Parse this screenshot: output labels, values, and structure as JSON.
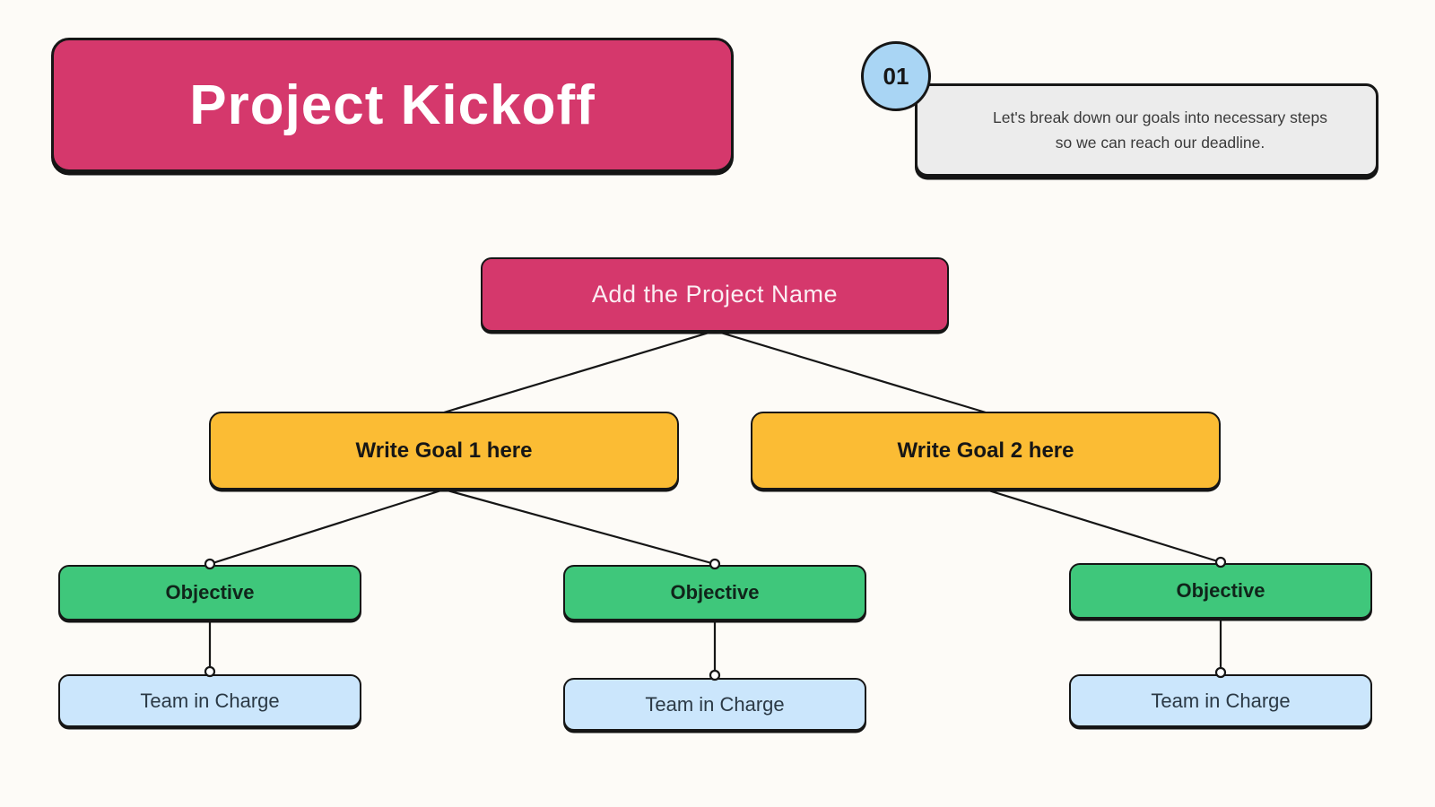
{
  "header": {
    "title": "Project Kickoff",
    "step_badge": "01",
    "note": "Let's break down our goals into necessary steps so we can reach our deadline."
  },
  "tree": {
    "root_label": "Add the Project Name",
    "goals": [
      {
        "label": "Write Goal 1 here"
      },
      {
        "label": "Write Goal 2 here"
      }
    ],
    "columns": [
      {
        "objective_label": "Objective",
        "team_label": "Team in Charge"
      },
      {
        "objective_label": "Objective",
        "team_label": "Team in Charge"
      },
      {
        "objective_label": "Objective",
        "team_label": "Team in Charge"
      }
    ],
    "edges": [
      {
        "from": "root",
        "to": "goal-1"
      },
      {
        "from": "root",
        "to": "goal-2"
      },
      {
        "from": "goal-1",
        "to": "objective-1"
      },
      {
        "from": "goal-1",
        "to": "objective-2"
      },
      {
        "from": "goal-2",
        "to": "objective-3"
      },
      {
        "from": "objective-1",
        "to": "team-1"
      },
      {
        "from": "objective-2",
        "to": "team-2"
      },
      {
        "from": "objective-3",
        "to": "team-3"
      }
    ]
  },
  "palette": {
    "background": "#fdfbf7",
    "pink": "#d5386c",
    "yellow": "#fbbc34",
    "green": "#3fc77b",
    "light_blue": "#cbe6fc",
    "badge_blue": "#a9d5f4",
    "note_gray": "#ececec",
    "line_black": "#161616"
  }
}
